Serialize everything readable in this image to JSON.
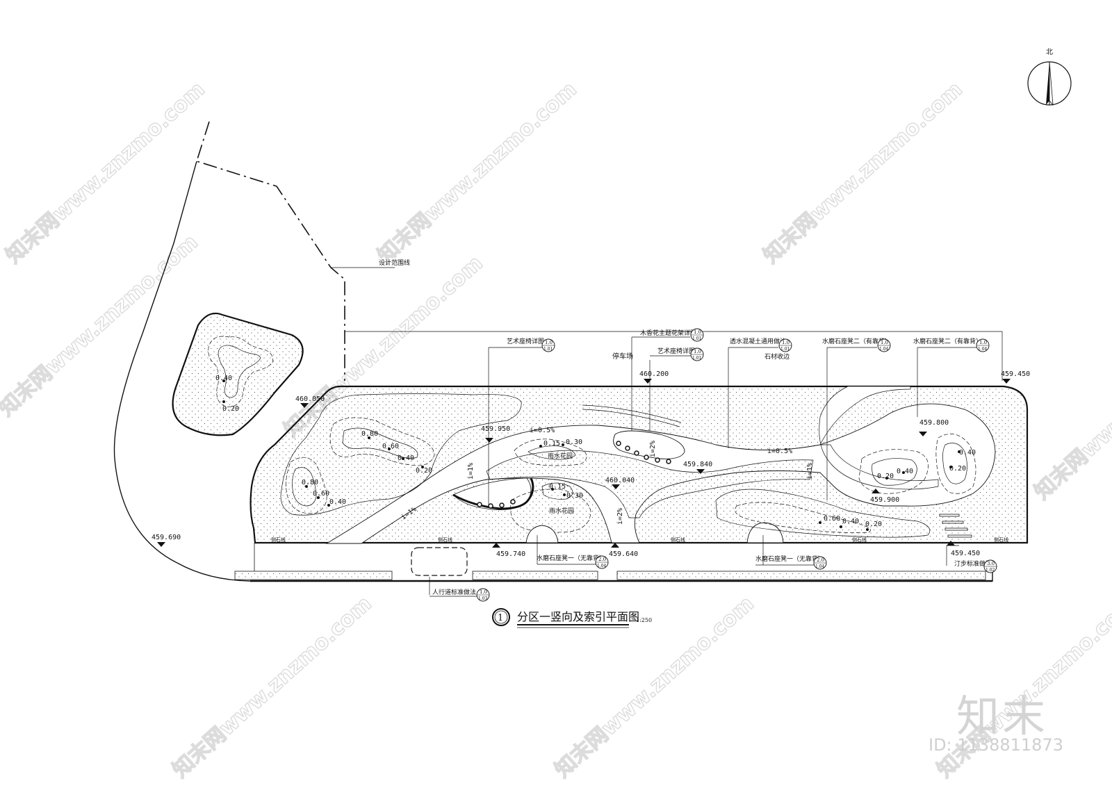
{
  "north_label": "北",
  "boundary_label": "设计范围线",
  "parking_label": "停车场",
  "title": {
    "number": "1",
    "text": "分区一竖向及索引平面图",
    "scale": "1:250"
  },
  "elevations": {
    "e1": "460.050",
    "e2": "459.950",
    "e3": "460.200",
    "e4": "459.450",
    "e5": "459.800",
    "e6": "459.840",
    "e7": "460.040",
    "e8": "459.900",
    "e9": "459.690",
    "e10": "459.740",
    "e11": "459.640",
    "e12": "459.450"
  },
  "depths": {
    "d1": "0.40",
    "d2": "0.20",
    "d3": "0.80",
    "d4": "0.60",
    "d5": "0.40",
    "d6": "0.20",
    "d7": "0.80",
    "d8": "0.60",
    "d9": "0.40",
    "d10": "0.15",
    "d11": "0.30",
    "d12": "0.15",
    "d13": "0.30",
    "d14": "0.60",
    "d15": "0.40",
    "d16": "0.20",
    "d17": "0.40",
    "d18": "0.20",
    "d19": "0.40",
    "d20": "0.20"
  },
  "slopes": {
    "s1": "i=0.5%",
    "s2": "i=0.5%",
    "s3": "i=1%",
    "s4": "i=1%",
    "s5": "i=1%",
    "s6": "i=2%",
    "s7": "i=2%"
  },
  "gardens": {
    "g1": "雨水花园",
    "g2": "雨水花园"
  },
  "callouts": [
    {
      "text": "艺术座椅详图",
      "top": "1.0",
      "bottom": "1.01"
    },
    {
      "text": "木香花主题花架详图",
      "top": "1.0",
      "bottom": "1.01"
    },
    {
      "text": "艺术座椅详图",
      "top": "1.0",
      "bottom": "1.01"
    },
    {
      "text": "透水混凝土通用做法",
      "top": "1.0",
      "bottom": "1.01"
    },
    {
      "text": "石材收边",
      "top": "",
      "bottom": ""
    },
    {
      "text": "水磨石座凳二（有靠背）",
      "top": "1.0",
      "bottom": "1.04"
    },
    {
      "text": "水磨石座凳二（有靠背）",
      "top": "1.0",
      "bottom": "1.04"
    },
    {
      "text": "水磨石座凳一（无靠背）",
      "top": "2.0",
      "bottom": "1.04"
    },
    {
      "text": "水磨石座凳一（无靠背）",
      "top": "2.0",
      "bottom": "1.04"
    },
    {
      "text": "汀步标准做法",
      "top": "3.0",
      "bottom": "1.02"
    },
    {
      "text": "人行道标准做法",
      "top": "1.0",
      "bottom": "1.03"
    }
  ],
  "edge_labels": {
    "a": "侧石线",
    "b": "侧石线",
    "c": "侧石线",
    "d": "侧石线",
    "e": "侧石线"
  },
  "watermark": "知末网www.znzmo.com",
  "brand": "知末",
  "id_text": "ID: 1138811873"
}
